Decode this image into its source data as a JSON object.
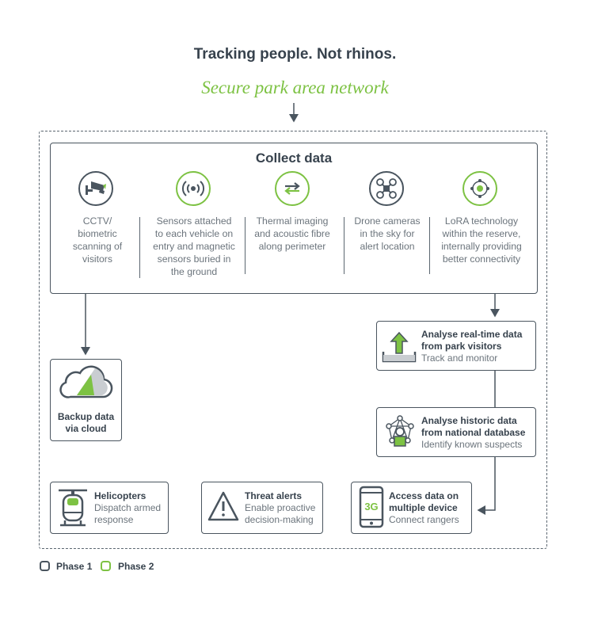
{
  "header": {
    "title": "Tracking people. Not rhinos.",
    "subtitle": "Secure park area network"
  },
  "collect": {
    "title": "Collect data",
    "items": [
      {
        "icon": "cctv-camera-icon",
        "phase": "Phase 1",
        "text": [
          "CCTV/",
          "biometric",
          "scanning of",
          "visitors"
        ]
      },
      {
        "icon": "radio-signal-icon",
        "phase": "Phase 2",
        "text": [
          "Sensors attached",
          "to each vehicle on",
          "entry and magnetic",
          "sensors buried in",
          "the ground"
        ]
      },
      {
        "icon": "exchange-arrows-icon",
        "phase": "Phase 2",
        "text": [
          "Thermal imaging",
          "and acoustic fibre",
          "along perimeter"
        ]
      },
      {
        "icon": "drone-icon",
        "phase": "Phase 1",
        "text": [
          "Drone cameras",
          "in the sky for",
          "alert location"
        ]
      },
      {
        "icon": "lora-network-icon",
        "phase": "Phase 2",
        "text": [
          "LoRA technology",
          "within the reserve,",
          "internally providing",
          "better connectivity"
        ]
      }
    ]
  },
  "backup": {
    "line1": "Backup data",
    "line2": "via cloud"
  },
  "analyse_realtime": {
    "title1": "Analyse real-time data",
    "title2": "from park visitors",
    "sub": "Track and monitor"
  },
  "analyse_historic": {
    "title1": "Analyse historic data",
    "title2": "from national database",
    "sub": "Identify known suspects"
  },
  "helicopters": {
    "title": "Helicopters",
    "sub1": "Dispatch armed",
    "sub2": "response"
  },
  "threat": {
    "title": "Threat alerts",
    "sub1": "Enable proactive",
    "sub2": "decision-making"
  },
  "access": {
    "title1": "Access data on",
    "title2": "multiple device",
    "sub": "Connect rangers",
    "badge": "3G"
  },
  "legend": {
    "phase1": "Phase 1",
    "phase2": "Phase 2"
  },
  "colors": {
    "accent": "#7dc243",
    "outline": "#4a555f",
    "text": "#37424d"
  }
}
